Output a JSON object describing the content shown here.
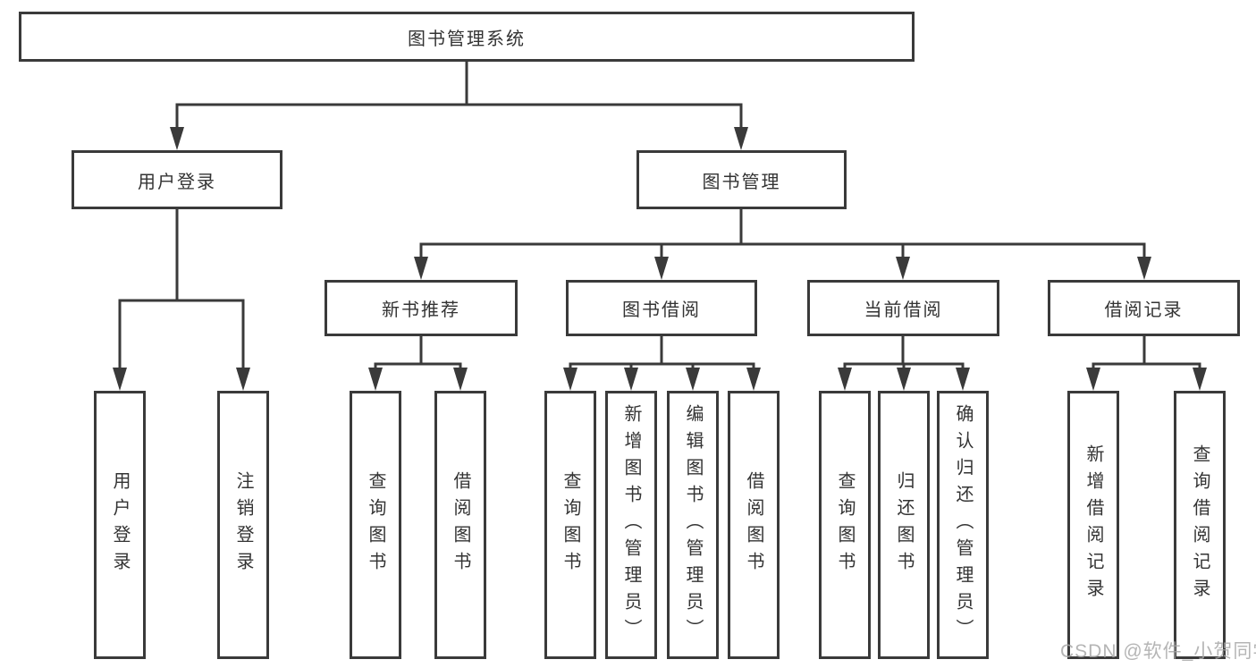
{
  "diagram": {
    "root": {
      "label": "图书管理系统"
    },
    "branches": [
      {
        "label": "用户登录",
        "children": [
          {
            "label": "用户登录"
          },
          {
            "label": "注销登录"
          }
        ]
      },
      {
        "label": "图书管理",
        "children": [
          {
            "label": "新书推荐",
            "children": [
              {
                "label": "查询图书"
              },
              {
                "label": "借阅图书"
              }
            ]
          },
          {
            "label": "图书借阅",
            "children": [
              {
                "label": "查询图书"
              },
              {
                "label": "新增图书（管理员）"
              },
              {
                "label": "编辑图书（管理员）"
              },
              {
                "label": "借阅图书"
              }
            ]
          },
          {
            "label": "当前借阅",
            "children": [
              {
                "label": "查询图书"
              },
              {
                "label": "归还图书"
              },
              {
                "label": "确认归还（管理员）"
              }
            ]
          },
          {
            "label": "借阅记录",
            "children": [
              {
                "label": "新增借阅记录"
              },
              {
                "label": "查询借阅记录"
              }
            ]
          }
        ]
      }
    ]
  },
  "watermark": {
    "text": "CSDN @软件_小贺同学"
  },
  "colors": {
    "line": "#3a3a3a",
    "box_border": "#3a3a3a",
    "text": "#333333",
    "watermark": "#a8a8a8",
    "background": "#ffffff"
  }
}
